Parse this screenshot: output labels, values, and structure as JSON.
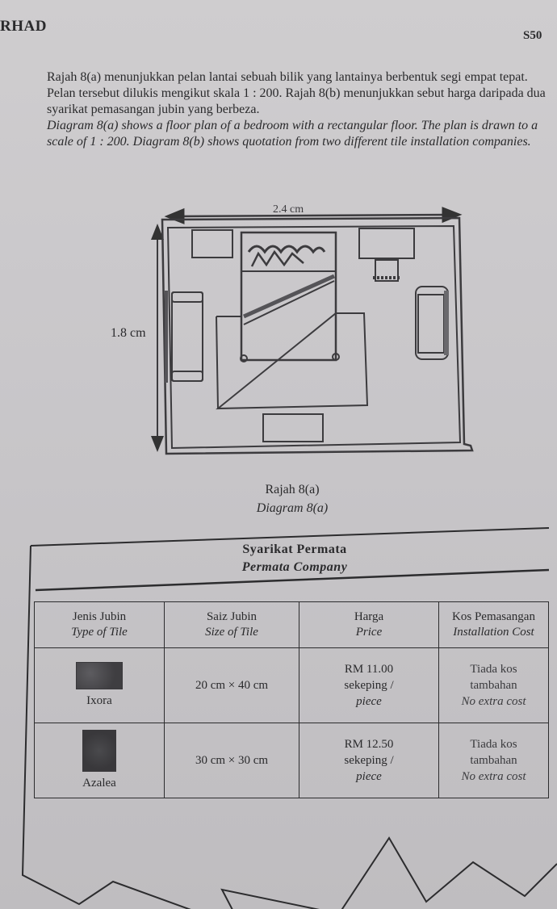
{
  "header": {
    "left_text": "RHAD",
    "right_text": "S50"
  },
  "question": {
    "malay_text": "Rajah 8(a) menunjukkan pelan lantai sebuah bilik yang lantainya berbentuk segi empat tepat. Pelan tersebut dilukis mengikut skala 1 : 200. Rajah 8(b) menunjukkan sebut harga daripada dua syarikat pemasangan jubin yang berbeza.",
    "english_text": "Diagram 8(a) shows a floor plan of a bedroom with a rectangular floor. The plan is drawn to a scale of 1 : 200. Diagram 8(b) shows quotation from two different tile installation companies."
  },
  "floor_plan": {
    "width_label": "2.4 cm",
    "height_label": "1.8 cm",
    "caption_malay": "Rajah 8(a)",
    "caption_english": "Diagram 8(a)"
  },
  "quotation": {
    "company_malay": "Syarikat Permata",
    "company_english": "Permata Company",
    "columns": [
      {
        "malay": "Jenis Jubin",
        "english": "Type of Tile"
      },
      {
        "malay": "Saiz Jubin",
        "english": "Size of Tile"
      },
      {
        "malay": "Harga",
        "english": "Price"
      },
      {
        "malay": "Kos Pemasangan",
        "english": "Installation Cost"
      }
    ],
    "rows": [
      {
        "tile_name": "Ixora",
        "size": "20 cm × 40 cm",
        "price_line1": "RM 11.00",
        "price_line2": "sekeping /",
        "price_line3": "piece",
        "cost_line1": "Tiada kos",
        "cost_line2": "tambahan",
        "cost_line3": "No extra cost"
      },
      {
        "tile_name": "Azalea",
        "size": "30 cm × 30 cm",
        "price_line1": "RM 12.50",
        "price_line2": "sekeping /",
        "price_line3": "piece",
        "cost_line1": "Tiada kos",
        "cost_line2": "tambahan",
        "cost_line3": "No extra cost"
      }
    ]
  }
}
